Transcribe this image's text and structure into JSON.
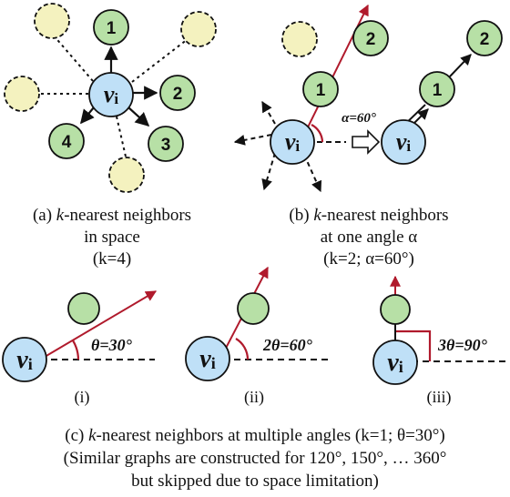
{
  "colors": {
    "center_fill": "#bfe0f7",
    "neighbor_fill": "#b7e0a6",
    "faded_fill": "#f4f2bf",
    "red_arrow": "#b01a2c",
    "stroke": "#111111"
  },
  "center_label": "v",
  "center_sub": "i",
  "panel_a": {
    "neighbors": [
      "1",
      "2",
      "3",
      "4"
    ],
    "caption_pre": "(a) ",
    "caption_k": "k",
    "caption_rest": "-nearest neighbors",
    "caption_line2": "in space",
    "caption_line3": "(k=4)"
  },
  "panel_b": {
    "neighbors": [
      "1",
      "2"
    ],
    "neighbors_right": [
      "1",
      "2"
    ],
    "alpha_label": "α=60°",
    "caption_pre": "(b) ",
    "caption_k": "k",
    "caption_rest": "-nearest neighbors",
    "caption_line2": "at one angle α",
    "caption_line3": "(k=2; α=60°)"
  },
  "panel_c": {
    "sub_i": {
      "label": "(i)",
      "angle": "θ=30°"
    },
    "sub_ii": {
      "label": "(ii)",
      "angle": "2θ=60°"
    },
    "sub_iii": {
      "label": "(iii)",
      "angle": "3θ=90°"
    },
    "caption_line1_pre": "(c) ",
    "caption_line1_k": "k",
    "caption_line1_rest": "-nearest neighbors at multiple angles (k=1; θ=30°)",
    "caption_line2": "(Similar graphs are constructed for 120°, 150°, … 360°",
    "caption_line3": "but skipped due to space limitation)"
  }
}
